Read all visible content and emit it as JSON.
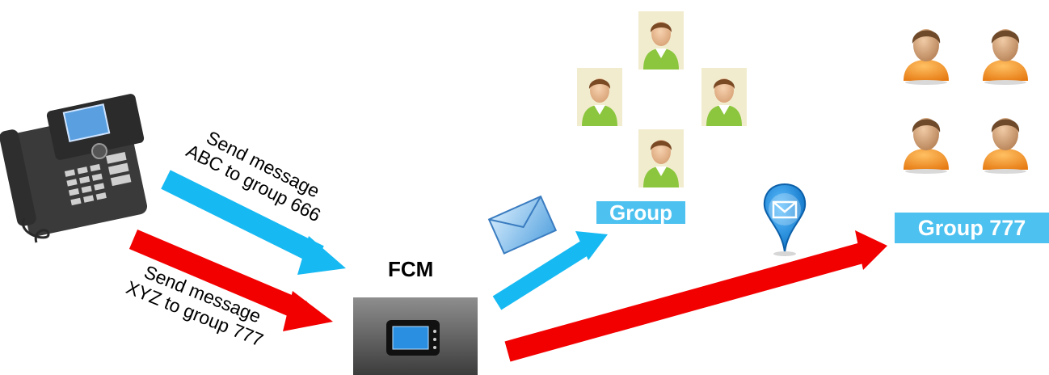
{
  "labels": {
    "msg_abc": [
      "Send message",
      "ABC to group 666"
    ],
    "msg_xyz": [
      "Send message",
      "XYZ to group 777"
    ],
    "fcm": "FCM",
    "group_666": "Group",
    "group_777": "Group 777"
  },
  "icons": {
    "phone": "ip-phone-icon",
    "fcm_device": "fcm-device-icon",
    "envelope": "envelope-icon",
    "pin": "mail-location-pin-icon",
    "person_green": "person-green-icon",
    "person_orange": "person-orange-icon"
  },
  "colors": {
    "blue_arrow": "#16b9f2",
    "red_arrow": "#f20000",
    "group_box": "#4dc1ef",
    "person_green_body": "#8cc63e",
    "person_orange_body": "#f39221"
  }
}
